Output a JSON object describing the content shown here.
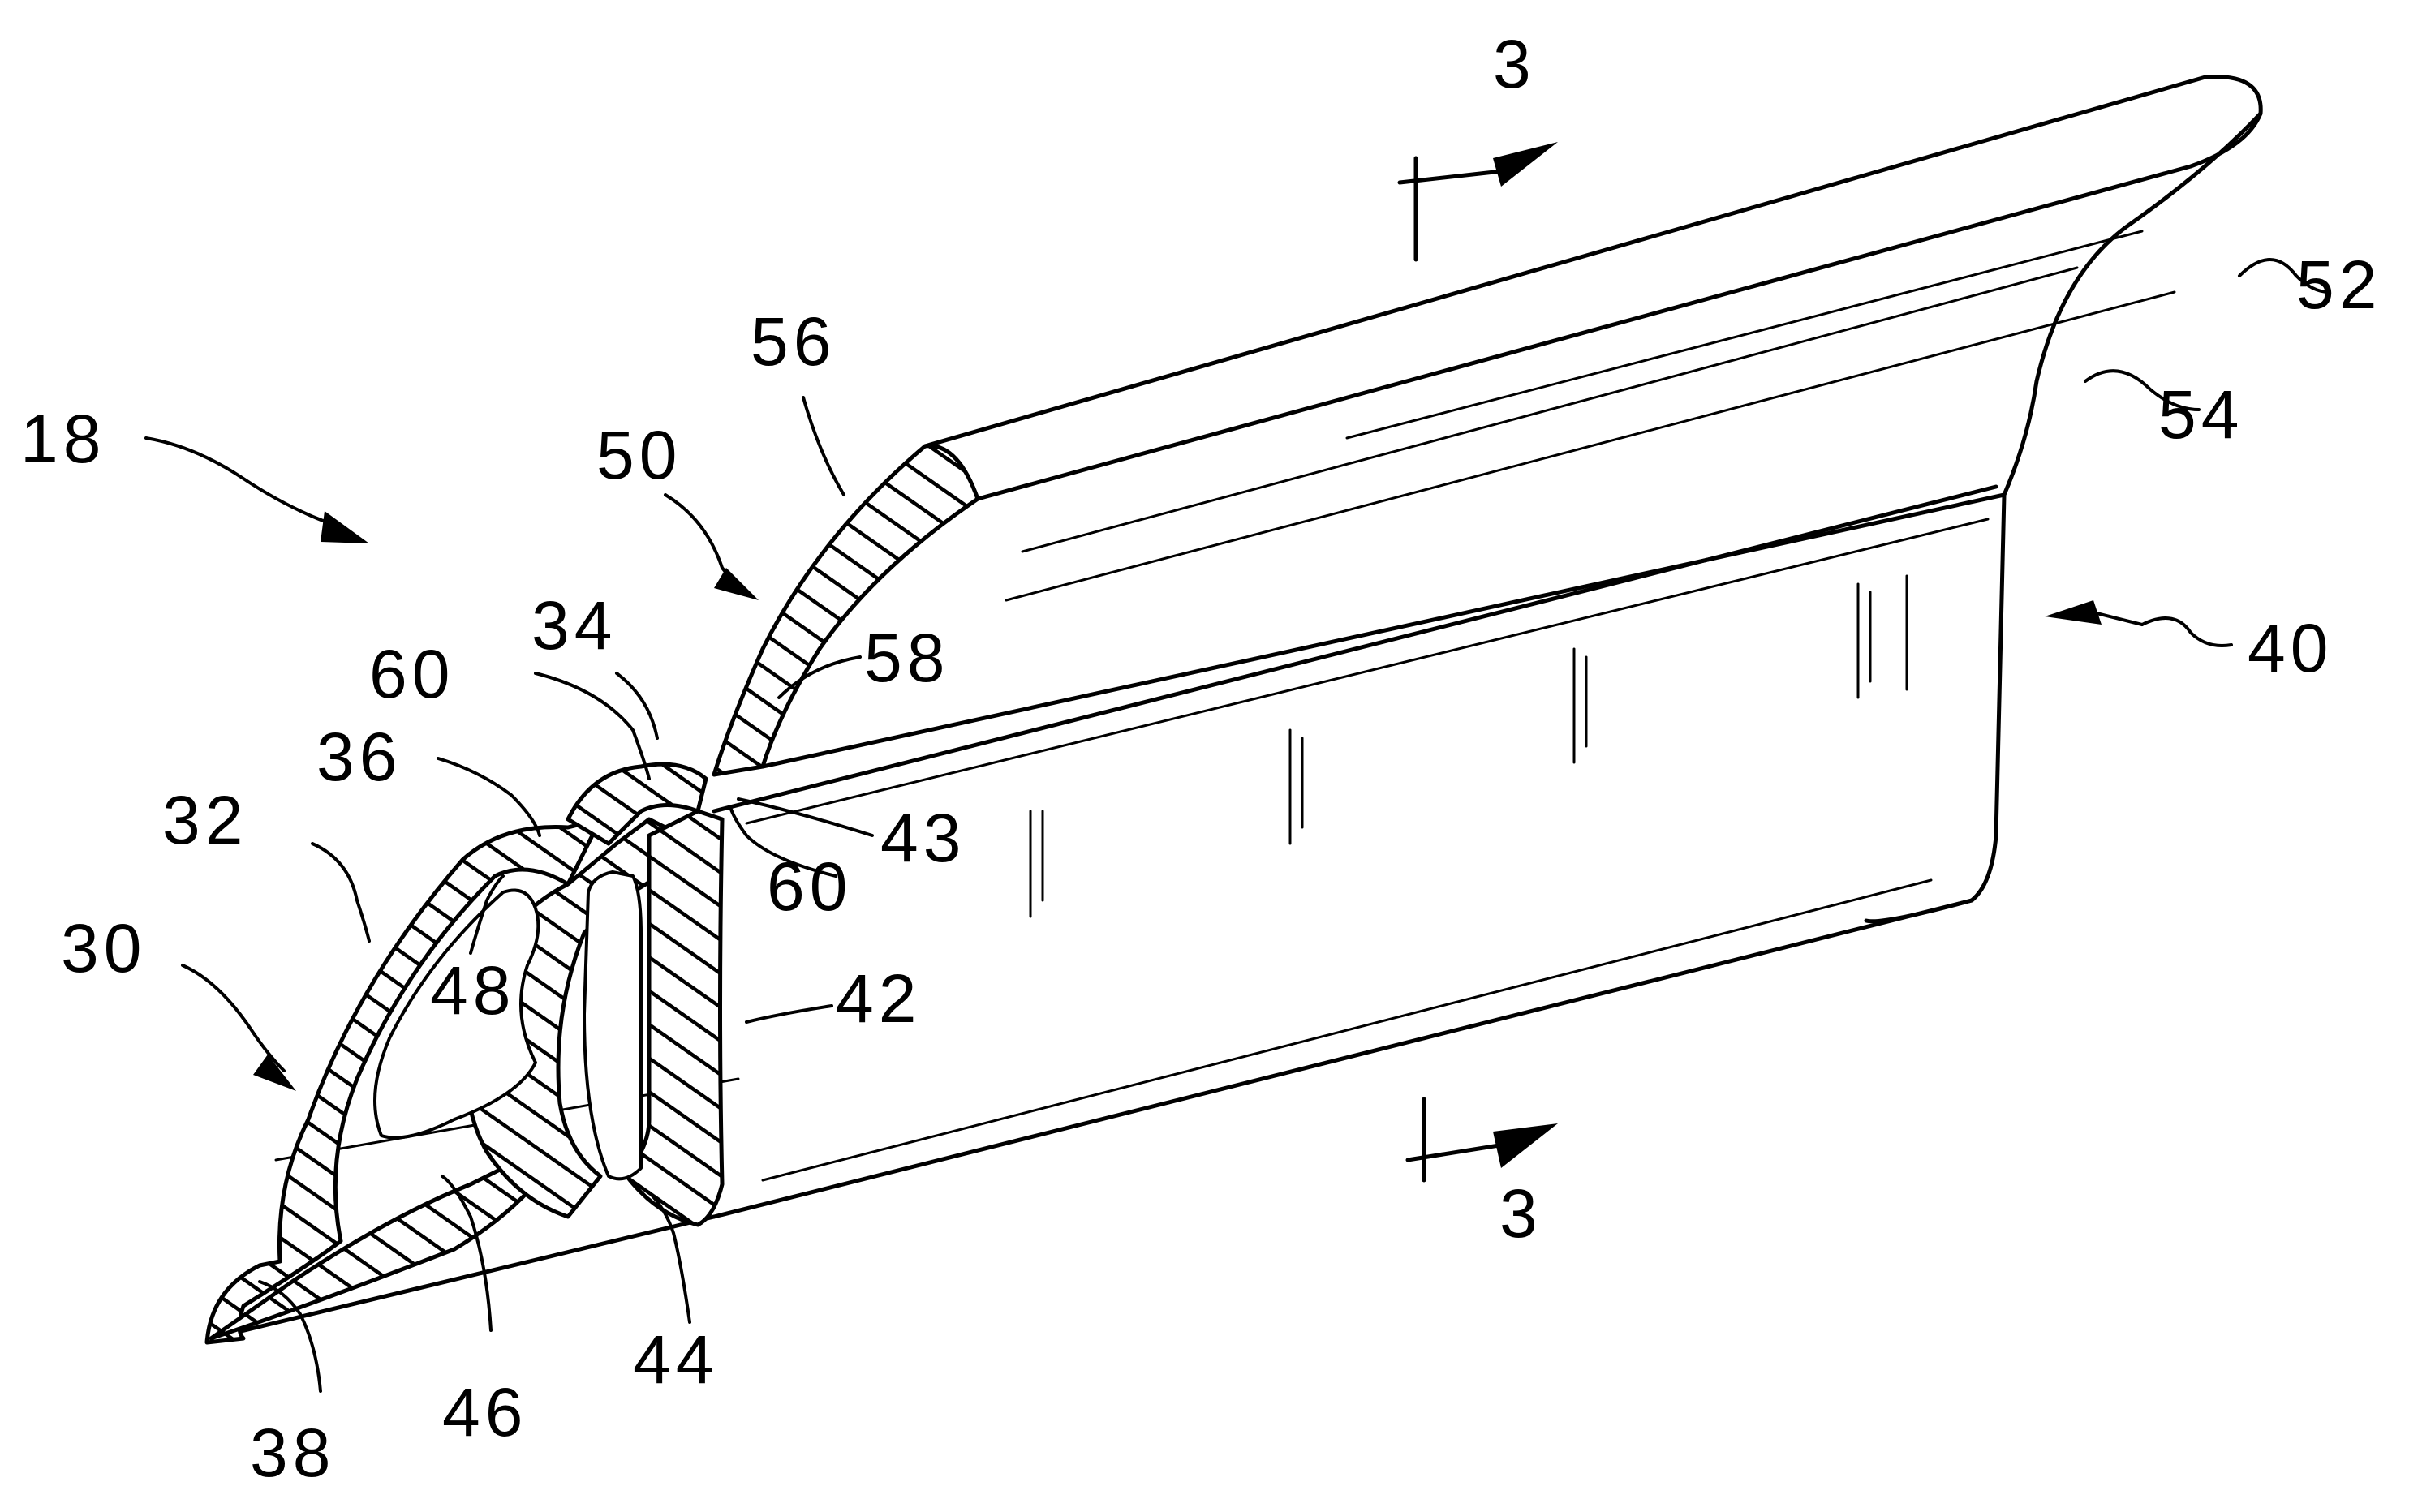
{
  "figure": {
    "section_marks": {
      "top": "3",
      "bottom": "3"
    },
    "reference_numerals": {
      "assembly": "18",
      "clip": "30",
      "clip_wall": "32",
      "clip_lip": "34",
      "clip_hook": "36",
      "clip_base": "38",
      "molding": "40",
      "molding_web": "42",
      "molding_tip": "43",
      "molding_foot": "44",
      "molding_rib": "46",
      "cavity": "48",
      "flange": "50",
      "bead_end": "52",
      "bead_face": "54",
      "flange_edge": "56",
      "flange_inner": "58",
      "seal_left": "60",
      "seal_right": "60"
    }
  }
}
